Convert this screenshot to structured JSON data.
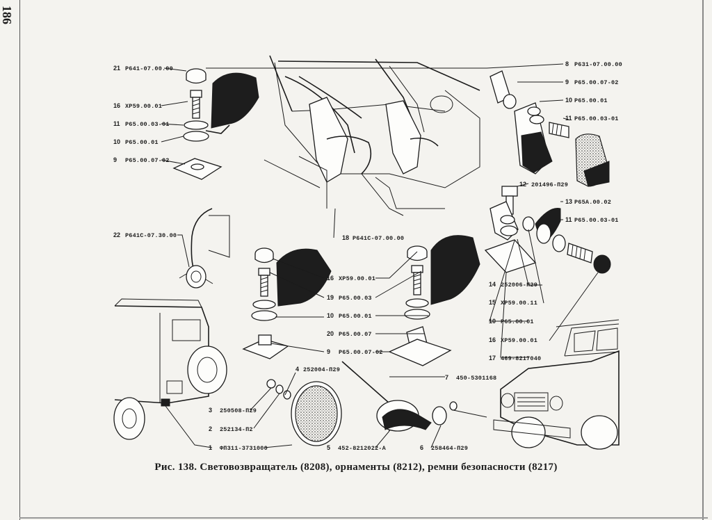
{
  "page_number": "186",
  "caption": "Рис. 138. Световозвращатель (8208), орнаменты (8212), ремни безопасности (8217)",
  "callouts": [
    {
      "num": "21",
      "code": "Р641-07.00.00"
    },
    {
      "num": "16",
      "code": "ХР59.00.01"
    },
    {
      "num": "11",
      "code": "Р65.00.03-01"
    },
    {
      "num": "10",
      "code": "Р65.00.01"
    },
    {
      "num": "9",
      "code": "Р65.00.07-02"
    },
    {
      "num": "22",
      "code": "Р641С-07.30.00"
    },
    {
      "num": "8",
      "code": "Р631-07.00.00"
    },
    {
      "num": "9",
      "code": "Р65.00.07-02"
    },
    {
      "num": "10",
      "code": "Р65.00.01"
    },
    {
      "num": "11",
      "code": "Р65.00.03-01"
    },
    {
      "num": "12",
      "code": "201496-П29"
    },
    {
      "num": "13",
      "code": "Р65А.00.02"
    },
    {
      "num": "11",
      "code": "Р65.00.03-01"
    },
    {
      "num": "18",
      "code": "Р641С-07.00.00"
    },
    {
      "num": "16",
      "code": "ХР59.00.01"
    },
    {
      "num": "19",
      "code": "Р65.00.03"
    },
    {
      "num": "10",
      "code": "Р65.00.01"
    },
    {
      "num": "20",
      "code": "Р65.00.07"
    },
    {
      "num": "9",
      "code": "Р65.00.07-02"
    },
    {
      "num": "14",
      "code": "252006-П29"
    },
    {
      "num": "15",
      "code": "ХР59.00.11"
    },
    {
      "num": "10",
      "code": "Р65.00.01"
    },
    {
      "num": "16",
      "code": "ХР59.00.01"
    },
    {
      "num": "17",
      "code": "469-8217040"
    },
    {
      "num": "4",
      "code": "252004-П29"
    },
    {
      "num": "7",
      "code": "450-5301168"
    },
    {
      "num": "3",
      "code": "250508-П29"
    },
    {
      "num": "2",
      "code": "252134-П2"
    },
    {
      "num": "1",
      "code": "ФП311-3731000"
    },
    {
      "num": "5",
      "code": "452-8212022-А"
    },
    {
      "num": "6",
      "code": "258464-П29"
    }
  ]
}
